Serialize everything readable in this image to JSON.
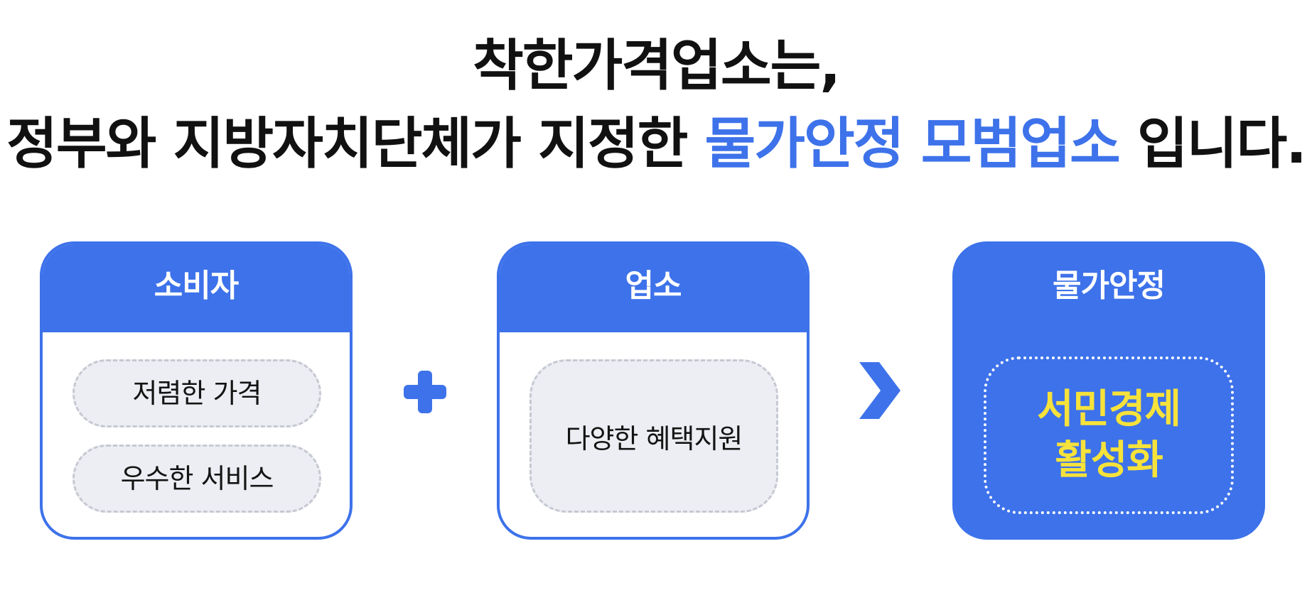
{
  "headline": {
    "line1": "착한가격업소는,",
    "line2_prefix": "정부와 지방자치단체가 지정한 ",
    "line2_accent": "물가안정 모범업소",
    "line2_suffix": " 입니다."
  },
  "cards": {
    "consumer": {
      "title": "소비자",
      "items": [
        "저렴한 가격",
        "우수한 서비스"
      ]
    },
    "business": {
      "title": "업소",
      "items": [
        "다양한 혜택지원"
      ]
    },
    "result": {
      "title": "물가안정",
      "lines": [
        "서민경제",
        "활성화"
      ]
    }
  },
  "operators": {
    "plus": "plus-icon",
    "arrow": "chevron-right-icon"
  },
  "colors": {
    "accent": "#3d72ea",
    "highlight": "#f6e23a",
    "pill_bg": "#edeef3",
    "pill_border": "#c7c9d2"
  }
}
